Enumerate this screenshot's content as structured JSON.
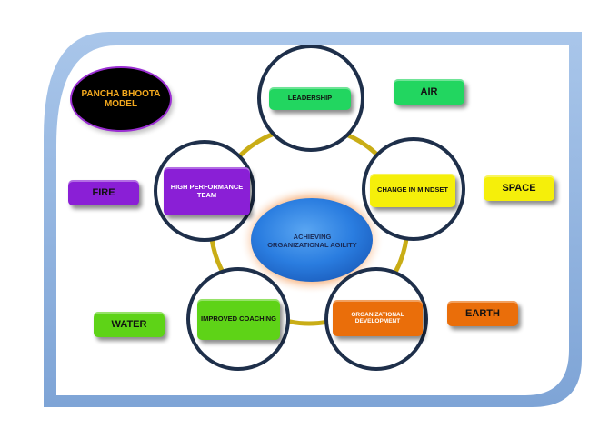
{
  "model": {
    "title": "PANCHA BHOOTA MODEL"
  },
  "center": {
    "text": "ACHIEVING ORGANIZATIONAL AGILITY"
  },
  "petals": [
    {
      "key": "leadership",
      "label": "LEADERSHIP",
      "color": "#22d660"
    },
    {
      "key": "change",
      "label": "CHANGE IN MINDSET",
      "color": "#f5ef0a"
    },
    {
      "key": "orgdev",
      "label": "ORGANIZATIONAL DEVELOPMENT",
      "color": "#ea6e0a"
    },
    {
      "key": "coaching",
      "label": "IMPROVED COACHING",
      "color": "#5ed317"
    },
    {
      "key": "hpt",
      "label": "HIGH PERFORMANCE TEAM",
      "color": "#8a1fd6"
    }
  ],
  "elements": [
    {
      "key": "air",
      "label": "AIR",
      "color": "#22d660"
    },
    {
      "key": "space",
      "label": "SPACE",
      "color": "#f5ef0a"
    },
    {
      "key": "earth",
      "label": "EARTH",
      "color": "#ea6e0a"
    },
    {
      "key": "water",
      "label": "WATER",
      "color": "#5ed317"
    },
    {
      "key": "fire",
      "label": "FIRE",
      "color": "#8a1fd6"
    }
  ],
  "colors": {
    "frame": "#8fb3df",
    "ring": "#c9ad16",
    "circle_outline": "#1e2f4a",
    "hub": "#2a7de0",
    "hub_glow": "#f07a26",
    "model_fill": "#000000",
    "model_border": "#9b2fd3",
    "model_text": "#f2a81e"
  }
}
